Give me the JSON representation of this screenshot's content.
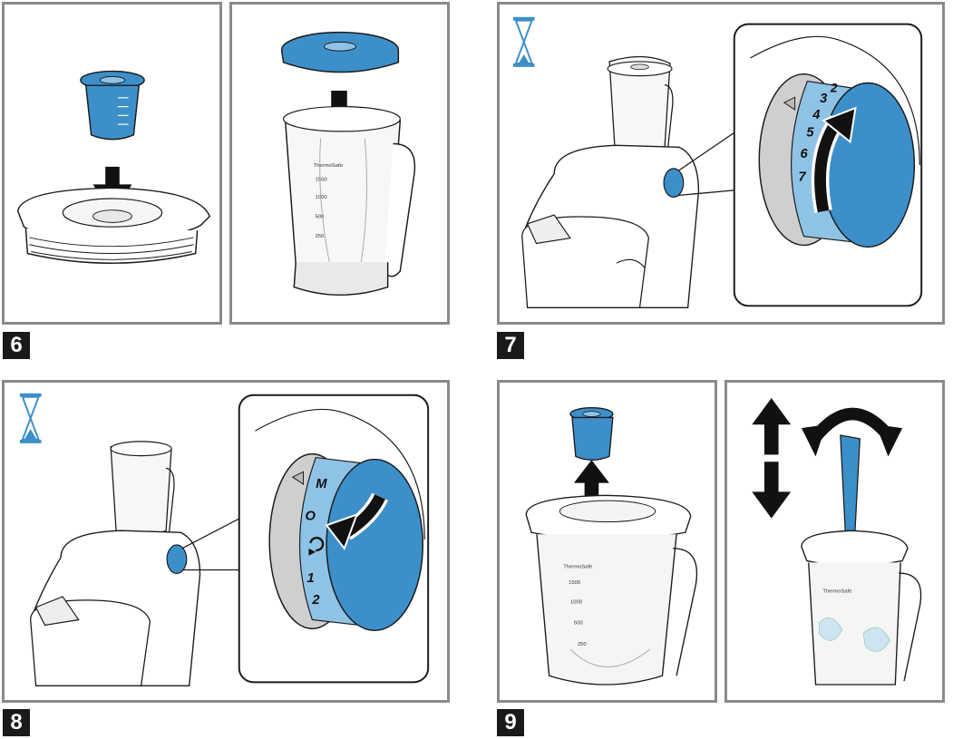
{
  "steps": [
    {
      "number": "6"
    },
    {
      "number": "7"
    },
    {
      "number": "8"
    },
    {
      "number": "9"
    }
  ],
  "jug_brand": "ThermoSafe",
  "jug_scale": [
    "1500",
    "1000",
    "500",
    "250"
  ],
  "dial_step7": {
    "labels": [
      "2",
      "3",
      "4",
      "5",
      "6",
      "7"
    ]
  },
  "dial_step8": {
    "labels": [
      "M",
      "O",
      "1",
      "2"
    ]
  },
  "colors": {
    "accent_blue": "#3d8fc9",
    "accent_blue_light": "#8fc3e6",
    "frame_gray": "#8a8a8a",
    "arrow_black": "#111111"
  },
  "icons": [
    "hourglass-icon",
    "arrow-down-icon",
    "arrow-up-icon",
    "rotate-arrow-icon",
    "double-vertical-arrow-icon"
  ]
}
